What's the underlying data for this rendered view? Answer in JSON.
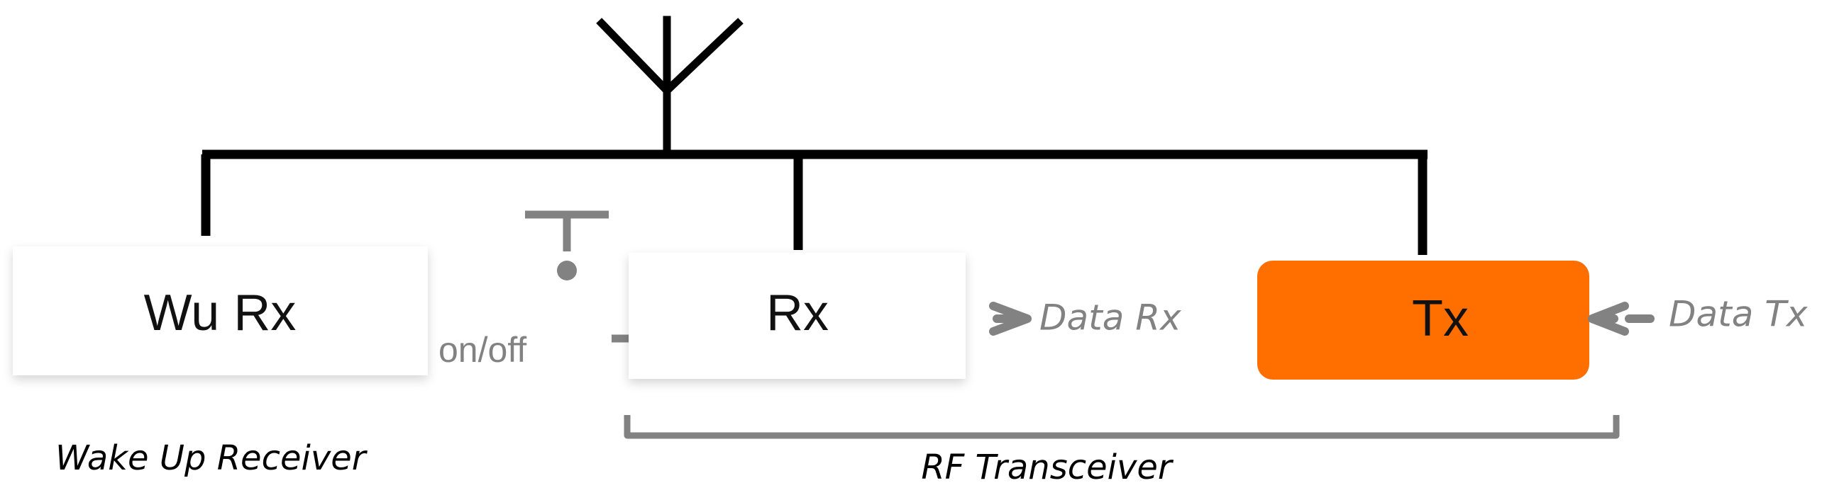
{
  "blocks": {
    "wurx": {
      "label": "Wu Rx"
    },
    "rx": {
      "label": "Rx"
    },
    "tx": {
      "label": "Tx"
    }
  },
  "labels": {
    "on_off": "on/off",
    "data_rx": "Data Rx",
    "data_tx": "Data Tx",
    "wake_up_receiver": "Wake Up Receiver",
    "rf_transceiver": "RF Transceiver"
  },
  "colors": {
    "wire": "#000000",
    "tx_fill": "#ff6f00",
    "signal_gray": "#828282",
    "text_dark": "#111111",
    "caption": "#000000"
  },
  "icons": {
    "antenna": "antenna-icon",
    "switch": "switch-icon",
    "arrow_out": "arrow-right-icon",
    "arrow_in": "arrow-left-icon"
  }
}
